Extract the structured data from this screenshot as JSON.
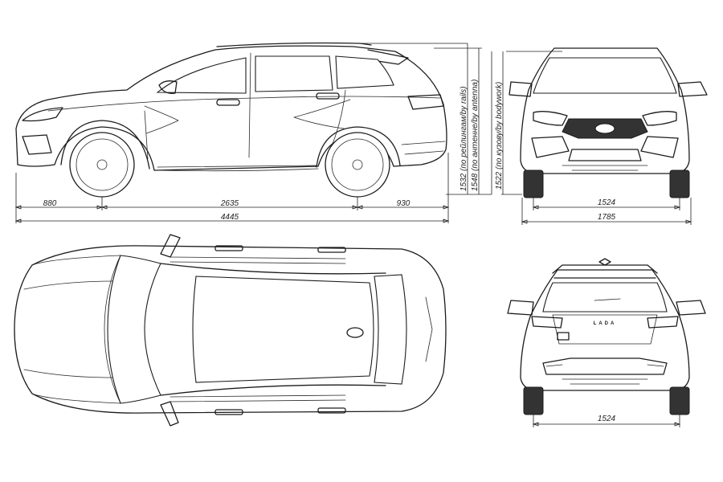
{
  "dimensions": {
    "front_overhang": "880",
    "wheelbase": "2635",
    "rear_overhang": "930",
    "length": "4445",
    "height_rails": "1532 (по рейлингам/by rails)",
    "height_antenna": "1548 (по антенне/by antenna)",
    "height_body": "1522 (по кузову/by bodywork)",
    "front_track": "1524",
    "width": "1785",
    "rear_track": "1524"
  },
  "rear_badge": "LADA"
}
